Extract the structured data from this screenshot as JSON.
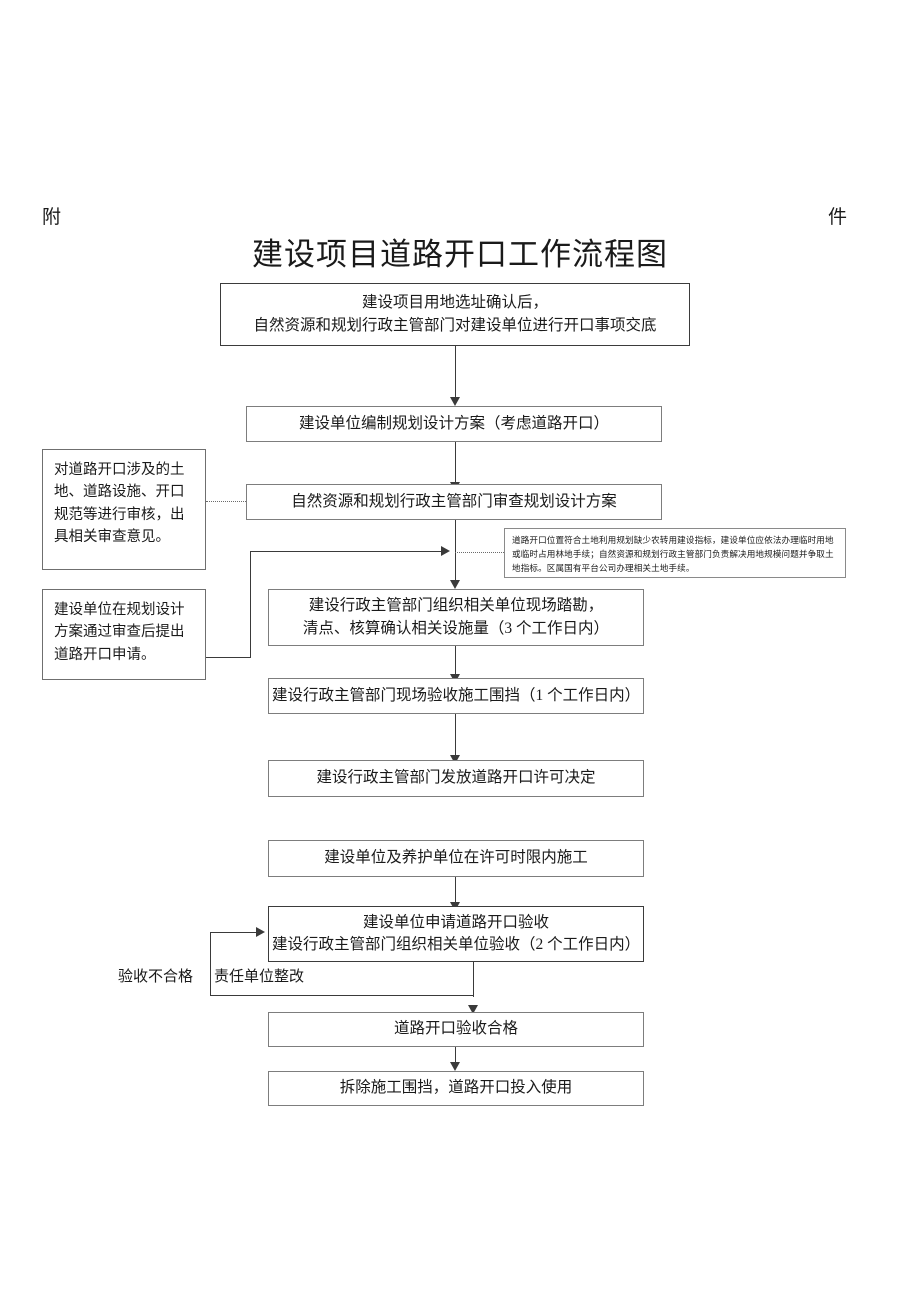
{
  "header": {
    "left_mark": "附",
    "right_mark": "件",
    "title": "建设项目道路开口工作流程图"
  },
  "flow": {
    "nodes": [
      {
        "id": "n1",
        "name": "node-disclosure",
        "lines": [
          "建设项目用地选址确认后，",
          "自然资源和规划行政主管部门对建设单位进行开口事项交底"
        ]
      },
      {
        "id": "n2",
        "name": "node-prepare-plan",
        "lines": [
          "建设单位编制规划设计方案（考虑道路开口）"
        ]
      },
      {
        "id": "n3",
        "name": "node-review-plan",
        "lines": [
          "自然资源和规划行政主管部门审查规划设计方案"
        ]
      },
      {
        "id": "n4",
        "name": "node-site-survey",
        "lines": [
          "建设行政主管部门组织相关单位现场踏勘，",
          "清点、核算确认相关设施量（3 个工作日内）"
        ]
      },
      {
        "id": "n5",
        "name": "node-inspect-fence",
        "lines": [
          "建设行政主管部门现场验收施工围挡（1 个工作日内）"
        ]
      },
      {
        "id": "n6",
        "name": "node-issue-permit",
        "lines": [
          "建设行政主管部门发放道路开口许可决定"
        ]
      },
      {
        "id": "n7",
        "name": "node-construction",
        "lines": [
          "建设单位及养护单位在许可时限内施工"
        ]
      },
      {
        "id": "n8",
        "name": "node-apply-acceptance",
        "lines": [
          "建设单位申请道路开口验收",
          "建设行政主管部门组织相关单位验收（2 个工作日内）"
        ]
      },
      {
        "id": "n9",
        "name": "node-acceptance-passed",
        "lines": [
          "道路开口验收合格"
        ]
      },
      {
        "id": "n10",
        "name": "node-remove-fence",
        "lines": [
          "拆除施工围挡，道路开口投入使用"
        ]
      }
    ],
    "notes": [
      {
        "id": "note1",
        "name": "note-review-scope",
        "text": "对道路开口涉及的土地、道路设施、开口规范等进行审核，出具相关审查意见。"
      },
      {
        "id": "note2",
        "name": "note-apply-opening",
        "text": "建设单位在规划设计方案通过审查后提出道路开口申请。"
      },
      {
        "id": "note3",
        "name": "note-land-index",
        "text": "道路开口位置符合土地利用规划缺少农转用建设指标，建设单位应依法办理临时用地或临时占用林地手续；自然资源和规划行政主管部门负责解决用地规模问题并争取土地指标。区属国有平台公司办理相关土地手续。"
      }
    ],
    "loop": {
      "fail_label": "验收不合格",
      "rectify_label": "责任单位整改"
    }
  },
  "colors": {
    "box_border": "#7d7d7d",
    "box_border_dark": "#3b3b3b",
    "connector": "#3a3a3a",
    "note_border": "#6f6f6f",
    "background": "#ffffff",
    "text": "#1a1a1a"
  }
}
